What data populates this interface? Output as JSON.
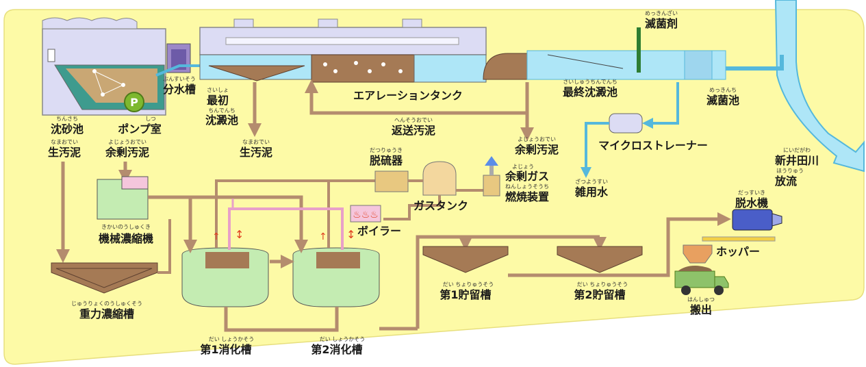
{
  "labels": {
    "grit_chamber": "沈砂池",
    "grit_chamber_ruby": "ちんさち",
    "pump_room": "ポンプ室",
    "pump_room_ruby": "しつ",
    "pump_symbol": "P",
    "distribution_tank": "分水槽",
    "distribution_tank_ruby": "ぶんすいそう",
    "primary_1": "最初",
    "primary_1_ruby": "さいしょ",
    "primary_2": "沈澱池",
    "primary_2_ruby": "ちんでんち",
    "aeration_tank": "エアレーションタンク",
    "final_settling": "最終沈澱池",
    "final_settling_ruby": "さいしゅうちんでんち",
    "disinfectant": "滅菌剤",
    "disinfectant_ruby": "めっきんざい",
    "disinfection_tank": "滅菌池",
    "disinfection_tank_ruby": "めっきんち",
    "return_sludge": "返送汚泥",
    "return_sludge_ruby": "へんそうおでい",
    "raw_sludge_left": "生汚泥",
    "raw_sludge_left_ruby": "なまおでい",
    "excess_sludge_left": "余剰汚泥",
    "excess_sludge_left_ruby": "よじょうおでい",
    "raw_sludge_center": "生汚泥",
    "raw_sludge_center_ruby": "なまおでい",
    "excess_sludge_right": "余剰汚泥",
    "excess_sludge_right_ruby": "よじょうおでい",
    "microstrainer": "マイクロストレーナー",
    "miscellaneous_water": "雑用水",
    "miscellaneous_water_ruby": "ざつようすい",
    "river_1": "新井田川",
    "river_1_ruby": "にいだがわ",
    "river_2": "放流",
    "river_2_ruby": "ほうりゅう",
    "desulfurizer": "脱硫器",
    "desulfurizer_ruby": "だつりゅうき",
    "gas_tank": "ガスタンク",
    "excess_gas_1": "余剰ガス",
    "excess_gas_1_ruby": "よじょう",
    "excess_gas_2": "燃焼装置",
    "excess_gas_2_ruby": "ねんしょうそうち",
    "boiler": "ボイラー",
    "mech_thickener": "機械濃縮機",
    "mech_thickener_ruby": "きかいのうしゅくき",
    "gravity_thickener": "重力濃縮槽",
    "gravity_thickener_ruby": "じゅうりょくのうしゅくそう",
    "digester_1": "第1消化槽",
    "digester_1_ruby": "だい しょうかそう",
    "digester_2": "第2消化槽",
    "digester_2_ruby": "だい しょうかそう",
    "storage_1": "第1貯留槽",
    "storage_1_ruby": "だい ちょりゅうそう",
    "storage_2": "第2貯留槽",
    "storage_2_ruby": "だい ちょりゅうそう",
    "dewatering": "脱水機",
    "dewatering_ruby": "だっすいき",
    "hopper": "ホッパー",
    "transport": "搬出",
    "transport_ruby": "はんしゅつ"
  },
  "colors": {
    "background": "#fdfaa6",
    "water": "#aee6f7",
    "water_stroke": "#55b8dc",
    "pipe": "#b48c6e",
    "sludge": "#a57a55",
    "digester": "#c4ecb2",
    "building": "#dcdcf4",
    "pump": "#7db82f",
    "boiler": "#e8a0c8",
    "arrow_red": "#e04020"
  }
}
